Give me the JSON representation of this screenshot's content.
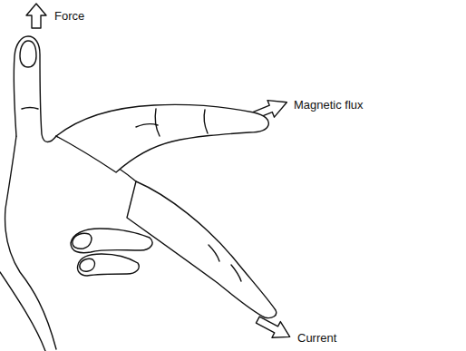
{
  "diagram": {
    "labels": [
      "Force",
      "Magnetic flux",
      "Current"
    ]
  }
}
